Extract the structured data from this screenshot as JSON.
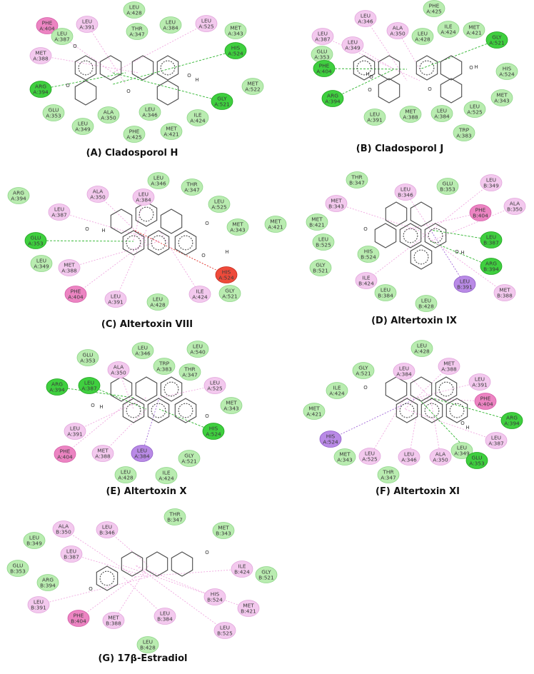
{
  "colors": {
    "vdw": "#b9ecb0",
    "vdw_border": "#8fd68a",
    "alkyl": "#f3c9ee",
    "alkyl_border": "#e2a6dc",
    "pi": "#ec84c2",
    "pi_border": "#d55ba8",
    "hbond": "#3fcf3f",
    "hbond_border": "#1fa51f",
    "unfavorable": "#ef4a3a",
    "unfavorable_border": "#c42a1c",
    "pisigma": "#b98ae6",
    "pisigma_border": "#8f5ec9",
    "line_pink": "#f0a8e0",
    "line_green": "#2db52d",
    "line_red": "#e0302a",
    "line_purple": "#a267d8"
  },
  "panels": [
    {
      "caption": "(A) Cladosporol H",
      "atom_labels": [
        "O",
        "O",
        "O",
        "O",
        "H"
      ],
      "residues": [
        {
          "code": "PHE",
          "chain": "A:404",
          "type": "pi"
        },
        {
          "code": "LEU",
          "chain": "A:391",
          "type": "alkyl"
        },
        {
          "code": "LEU",
          "chain": "A:428",
          "type": "vdw"
        },
        {
          "code": "LEU",
          "chain": "A:387",
          "type": "vdw"
        },
        {
          "code": "THR",
          "chain": "A:347",
          "type": "vdw"
        },
        {
          "code": "LEU",
          "chain": "A:384",
          "type": "vdw"
        },
        {
          "code": "LEU",
          "chain": "A:525",
          "type": "alkyl"
        },
        {
          "code": "MET",
          "chain": "A:343",
          "type": "vdw"
        },
        {
          "code": "MET",
          "chain": "A:388",
          "type": "alkyl"
        },
        {
          "code": "HIS",
          "chain": "A:524",
          "type": "hbond"
        },
        {
          "code": "ARG",
          "chain": "A:394",
          "type": "hbond"
        },
        {
          "code": "MET",
          "chain": "A:522",
          "type": "vdw"
        },
        {
          "code": "GLY",
          "chain": "A:521",
          "type": "hbond"
        },
        {
          "code": "GLU",
          "chain": "A:353",
          "type": "vdw"
        },
        {
          "code": "LEU",
          "chain": "A:346",
          "type": "vdw"
        },
        {
          "code": "LEU",
          "chain": "A:349",
          "type": "vdw"
        },
        {
          "code": "ALA",
          "chain": "A:350",
          "type": "vdw"
        },
        {
          "code": "ILE",
          "chain": "A:424",
          "type": "vdw"
        },
        {
          "code": "PHE",
          "chain": "A:425",
          "type": "vdw"
        },
        {
          "code": "MET",
          "chain": "A:421",
          "type": "vdw"
        }
      ]
    },
    {
      "caption": "(B) Cladosporol J",
      "atom_labels": [
        "O",
        "O",
        "O",
        "O",
        "H",
        "H"
      ],
      "residues": [
        {
          "code": "PHE",
          "chain": "A:425",
          "type": "vdw"
        },
        {
          "code": "LEU",
          "chain": "A:346",
          "type": "alkyl"
        },
        {
          "code": "ALA",
          "chain": "A:350",
          "type": "alkyl"
        },
        {
          "code": "ILE",
          "chain": "A:424",
          "type": "vdw"
        },
        {
          "code": "MET",
          "chain": "A:421",
          "type": "vdw"
        },
        {
          "code": "LEU",
          "chain": "A:387",
          "type": "alkyl"
        },
        {
          "code": "LEU",
          "chain": "A:349",
          "type": "alkyl"
        },
        {
          "code": "LEU",
          "chain": "A:428",
          "type": "vdw"
        },
        {
          "code": "GLY",
          "chain": "A:521",
          "type": "hbond"
        },
        {
          "code": "GLU",
          "chain": "A:353",
          "type": "vdw"
        },
        {
          "code": "PHE",
          "chain": "A:404",
          "type": "hbond"
        },
        {
          "code": "HIS",
          "chain": "A:524",
          "type": "vdw"
        },
        {
          "code": "ARG",
          "chain": "A:394",
          "type": "hbond"
        },
        {
          "code": "MET",
          "chain": "A:343",
          "type": "vdw"
        },
        {
          "code": "LEU",
          "chain": "A:525",
          "type": "vdw"
        },
        {
          "code": "LEU",
          "chain": "A:391",
          "type": "vdw"
        },
        {
          "code": "MET",
          "chain": "A:388",
          "type": "vdw"
        },
        {
          "code": "LEU",
          "chain": "A:384",
          "type": "vdw"
        },
        {
          "code": "TRP",
          "chain": "A:383",
          "type": "vdw"
        }
      ]
    },
    {
      "caption": "(C) Altertoxin VIII",
      "atom_labels": [
        "O",
        "O",
        "O",
        "H",
        "H"
      ],
      "residues": [
        {
          "code": "LEU",
          "chain": "A:346",
          "type": "vdw"
        },
        {
          "code": "ALA",
          "chain": "A:350",
          "type": "alkyl"
        },
        {
          "code": "THR",
          "chain": "A:347",
          "type": "vdw"
        },
        {
          "code": "LEU",
          "chain": "A:384",
          "type": "alkyl"
        },
        {
          "code": "ARG",
          "chain": "A:394",
          "type": "vdw"
        },
        {
          "code": "LEU",
          "chain": "A:387",
          "type": "alkyl"
        },
        {
          "code": "LEU",
          "chain": "A:525",
          "type": "vdw"
        },
        {
          "code": "MET",
          "chain": "A:343",
          "type": "vdw"
        },
        {
          "code": "MET",
          "chain": "A:421",
          "type": "vdw"
        },
        {
          "code": "GLU",
          "chain": "A:353",
          "type": "hbond"
        },
        {
          "code": "LEU",
          "chain": "A:349",
          "type": "vdw"
        },
        {
          "code": "MET",
          "chain": "A:388",
          "type": "alkyl"
        },
        {
          "code": "HIS",
          "chain": "A:524",
          "type": "unfavorable"
        },
        {
          "code": "PHE",
          "chain": "A:404",
          "type": "pi"
        },
        {
          "code": "ILE",
          "chain": "A:424",
          "type": "alkyl"
        },
        {
          "code": "GLY",
          "chain": "A:521",
          "type": "vdw"
        },
        {
          "code": "LEU",
          "chain": "A:391",
          "type": "alkyl"
        },
        {
          "code": "LEU",
          "chain": "A:428",
          "type": "vdw"
        }
      ]
    },
    {
      "caption": "(D) Altertoxin IX",
      "atom_labels": [
        "O",
        "O",
        "H"
      ],
      "residues": [
        {
          "code": "THR",
          "chain": "B:347",
          "type": "vdw"
        },
        {
          "code": "LEU",
          "chain": "B:349",
          "type": "alkyl"
        },
        {
          "code": "LEU",
          "chain": "B:346",
          "type": "alkyl"
        },
        {
          "code": "GLU",
          "chain": "B:353",
          "type": "vdw"
        },
        {
          "code": "MET",
          "chain": "B:343",
          "type": "alkyl"
        },
        {
          "code": "ALA",
          "chain": "B:350",
          "type": "alkyl"
        },
        {
          "code": "PHE",
          "chain": "B:404",
          "type": "pi"
        },
        {
          "code": "MET",
          "chain": "B:421",
          "type": "vdw"
        },
        {
          "code": "LEU",
          "chain": "B:387",
          "type": "hbond"
        },
        {
          "code": "LEU",
          "chain": "B:525",
          "type": "vdw"
        },
        {
          "code": "HIS",
          "chain": "B:524",
          "type": "vdw"
        },
        {
          "code": "ARG",
          "chain": "B:394",
          "type": "hbond"
        },
        {
          "code": "GLY",
          "chain": "B:521",
          "type": "vdw"
        },
        {
          "code": "ILE",
          "chain": "B:424",
          "type": "alkyl"
        },
        {
          "code": "LEU",
          "chain": "B:391",
          "type": "pisigma"
        },
        {
          "code": "LEU",
          "chain": "B:384",
          "type": "vdw"
        },
        {
          "code": "MET",
          "chain": "B:388",
          "type": "alkyl"
        },
        {
          "code": "LEU",
          "chain": "B:428",
          "type": "vdw"
        }
      ]
    },
    {
      "caption": "(E) Altertoxin X",
      "atom_labels": [
        "O",
        "O",
        "H"
      ],
      "residues": [
        {
          "code": "LEU",
          "chain": "A:346",
          "type": "vdw"
        },
        {
          "code": "LEU",
          "chain": "A:540",
          "type": "vdw"
        },
        {
          "code": "GLU",
          "chain": "A:353",
          "type": "vdw"
        },
        {
          "code": "ALA",
          "chain": "A:350",
          "type": "alkyl"
        },
        {
          "code": "TRP",
          "chain": "A:383",
          "type": "vdw"
        },
        {
          "code": "THR",
          "chain": "A:347",
          "type": "vdw"
        },
        {
          "code": "ARG",
          "chain": "A:394",
          "type": "hbond"
        },
        {
          "code": "LEU",
          "chain": "A:387",
          "type": "hbond"
        },
        {
          "code": "LEU",
          "chain": "A:525",
          "type": "alkyl"
        },
        {
          "code": "MET",
          "chain": "A:343",
          "type": "vdw"
        },
        {
          "code": "LEU",
          "chain": "A:391",
          "type": "alkyl"
        },
        {
          "code": "HIS",
          "chain": "A:524",
          "type": "hbond"
        },
        {
          "code": "PHE",
          "chain": "A:404",
          "type": "pi"
        },
        {
          "code": "MET",
          "chain": "A:388",
          "type": "alkyl"
        },
        {
          "code": "LEU",
          "chain": "A:384",
          "type": "pisigma"
        },
        {
          "code": "GLY",
          "chain": "A:521",
          "type": "vdw"
        },
        {
          "code": "LEU",
          "chain": "A:428",
          "type": "vdw"
        },
        {
          "code": "ILE",
          "chain": "A:424",
          "type": "vdw"
        }
      ]
    },
    {
      "caption": "(F) Altertoxin XI",
      "atom_labels": [
        "O",
        "O",
        "H"
      ],
      "residues": [
        {
          "code": "LEU",
          "chain": "A:428",
          "type": "vdw"
        },
        {
          "code": "GLY",
          "chain": "A:521",
          "type": "vdw"
        },
        {
          "code": "LEU",
          "chain": "A:384",
          "type": "alkyl"
        },
        {
          "code": "MET",
          "chain": "A:388",
          "type": "alkyl"
        },
        {
          "code": "LEU",
          "chain": "A:391",
          "type": "alkyl"
        },
        {
          "code": "ILE",
          "chain": "A:424",
          "type": "vdw"
        },
        {
          "code": "PHE",
          "chain": "A:404",
          "type": "pi"
        },
        {
          "code": "MET",
          "chain": "A:421",
          "type": "vdw"
        },
        {
          "code": "ARG",
          "chain": "A:394",
          "type": "hbond"
        },
        {
          "code": "LEU",
          "chain": "A:387",
          "type": "alkyl"
        },
        {
          "code": "HIS",
          "chain": "A:524",
          "type": "pisigma"
        },
        {
          "code": "MET",
          "chain": "A:343",
          "type": "vdw"
        },
        {
          "code": "LEU",
          "chain": "A:525",
          "type": "alkyl"
        },
        {
          "code": "LEU",
          "chain": "A:346",
          "type": "alkyl"
        },
        {
          "code": "ALA",
          "chain": "A:350",
          "type": "alkyl"
        },
        {
          "code": "LEU",
          "chain": "A:349",
          "type": "vdw"
        },
        {
          "code": "GLU",
          "chain": "A:353",
          "type": "hbond"
        },
        {
          "code": "THR",
          "chain": "A:347",
          "type": "vdw"
        }
      ]
    },
    {
      "caption": "(G) 17β-Estradiol",
      "atom_labels": [
        "O",
        "O"
      ],
      "residues": [
        {
          "code": "THR",
          "chain": "B:347",
          "type": "vdw"
        },
        {
          "code": "ALA",
          "chain": "B:350",
          "type": "alkyl"
        },
        {
          "code": "LEU",
          "chain": "B:346",
          "type": "alkyl"
        },
        {
          "code": "MET",
          "chain": "B:343",
          "type": "vdw"
        },
        {
          "code": "LEU",
          "chain": "B:349",
          "type": "vdw"
        },
        {
          "code": "LEU",
          "chain": "B:387",
          "type": "alkyl"
        },
        {
          "code": "GLU",
          "chain": "B:353",
          "type": "vdw"
        },
        {
          "code": "ILE",
          "chain": "B:424",
          "type": "alkyl"
        },
        {
          "code": "GLY",
          "chain": "B:521",
          "type": "vdw"
        },
        {
          "code": "ARG",
          "chain": "B:394",
          "type": "vdw"
        },
        {
          "code": "HIS",
          "chain": "B:524",
          "type": "alkyl"
        },
        {
          "code": "LEU",
          "chain": "B:391",
          "type": "alkyl"
        },
        {
          "code": "MET",
          "chain": "B:421",
          "type": "alkyl"
        },
        {
          "code": "PHE",
          "chain": "B:404",
          "type": "pi"
        },
        {
          "code": "MET",
          "chain": "B:388",
          "type": "alkyl"
        },
        {
          "code": "LEU",
          "chain": "B:384",
          "type": "alkyl"
        },
        {
          "code": "LEU",
          "chain": "B:525",
          "type": "alkyl"
        },
        {
          "code": "LEU",
          "chain": "B:428",
          "type": "vdw"
        }
      ]
    }
  ]
}
